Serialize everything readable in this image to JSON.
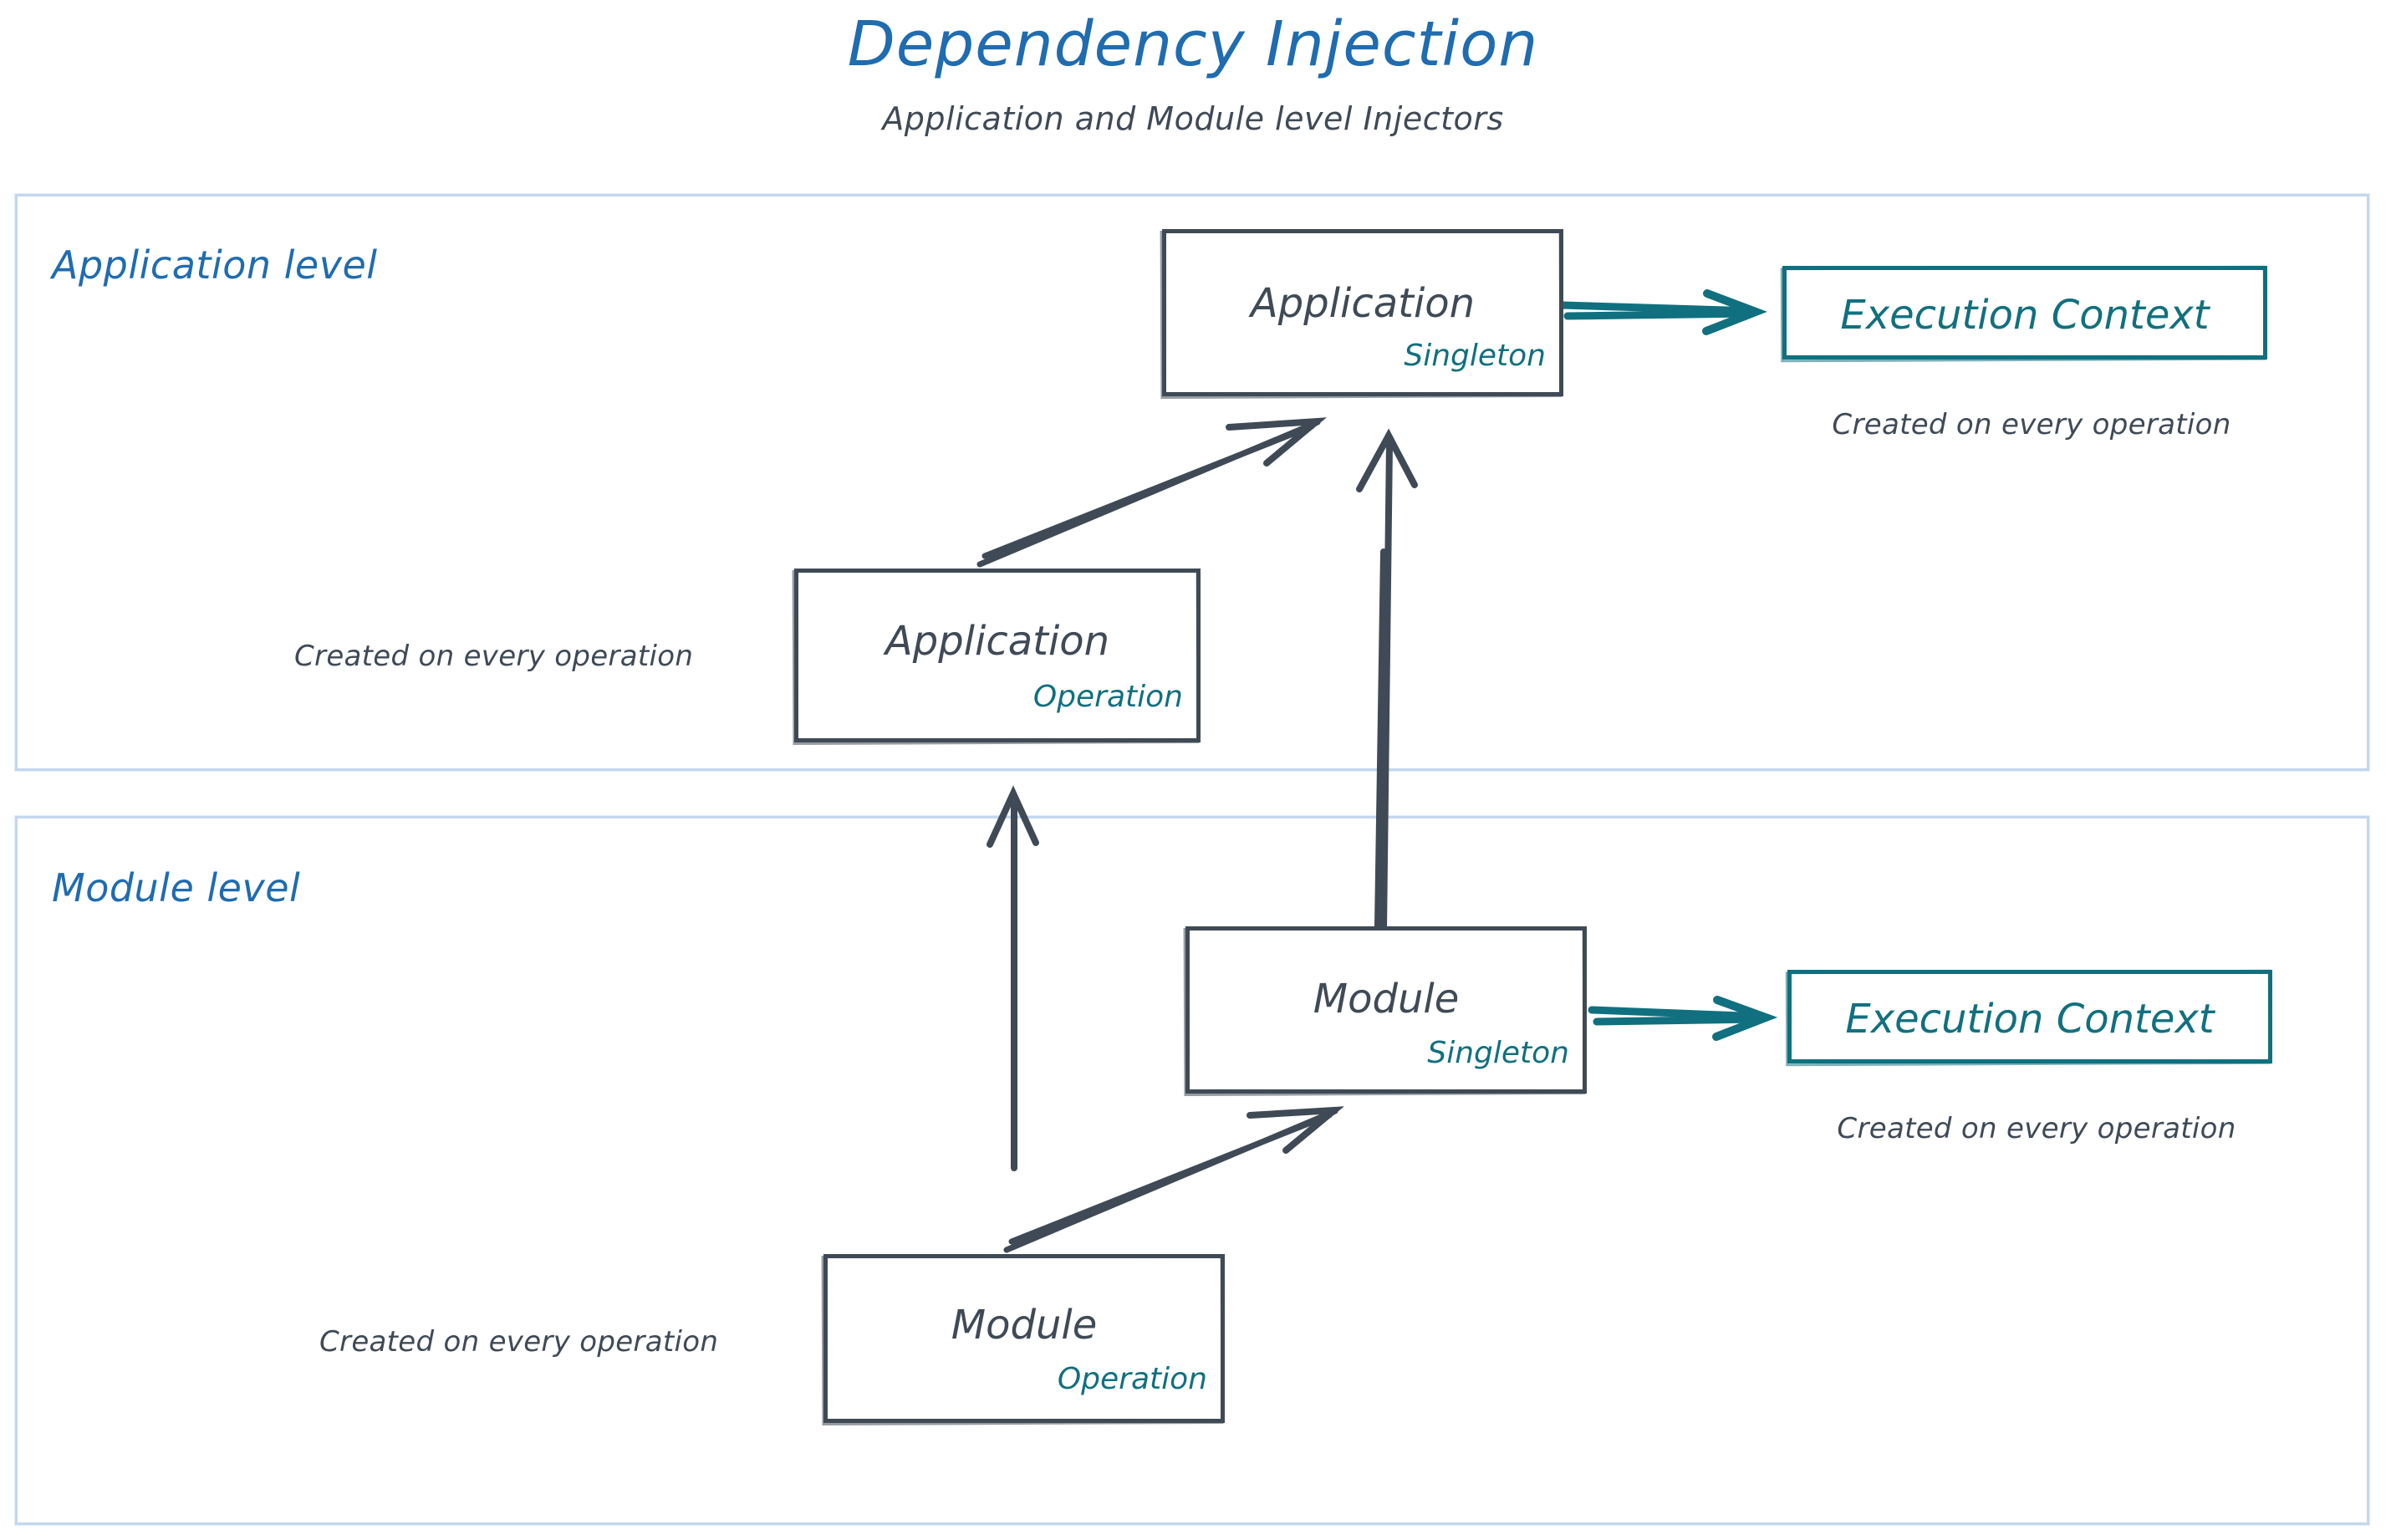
{
  "header": {
    "title": "Dependency Injection",
    "subtitle": "Application and Module level Injectors"
  },
  "colors": {
    "title_blue": "#1f6cb0",
    "container_border": "#c3d7ee",
    "sketch_gray": "#3f4a56",
    "teal": "#11707f"
  },
  "levels": [
    {
      "id": "application-level",
      "label": "Application level"
    },
    {
      "id": "module-level",
      "label": "Module level"
    }
  ],
  "nodes": {
    "application_singleton": {
      "title": "Application",
      "scope": "Singleton"
    },
    "application_operation": {
      "title": "Application",
      "scope": "Operation"
    },
    "module_singleton": {
      "title": "Module",
      "scope": "Singleton"
    },
    "module_operation": {
      "title": "Module",
      "scope": "Operation"
    },
    "execution_context_application": {
      "title": "Execution Context"
    },
    "execution_context_module": {
      "title": "Execution Context"
    }
  },
  "captions": {
    "exec_context_application": "Created on every operation",
    "exec_context_module": "Created on every operation",
    "application_operation": "Created on every operation",
    "module_operation": "Created on every operation"
  }
}
